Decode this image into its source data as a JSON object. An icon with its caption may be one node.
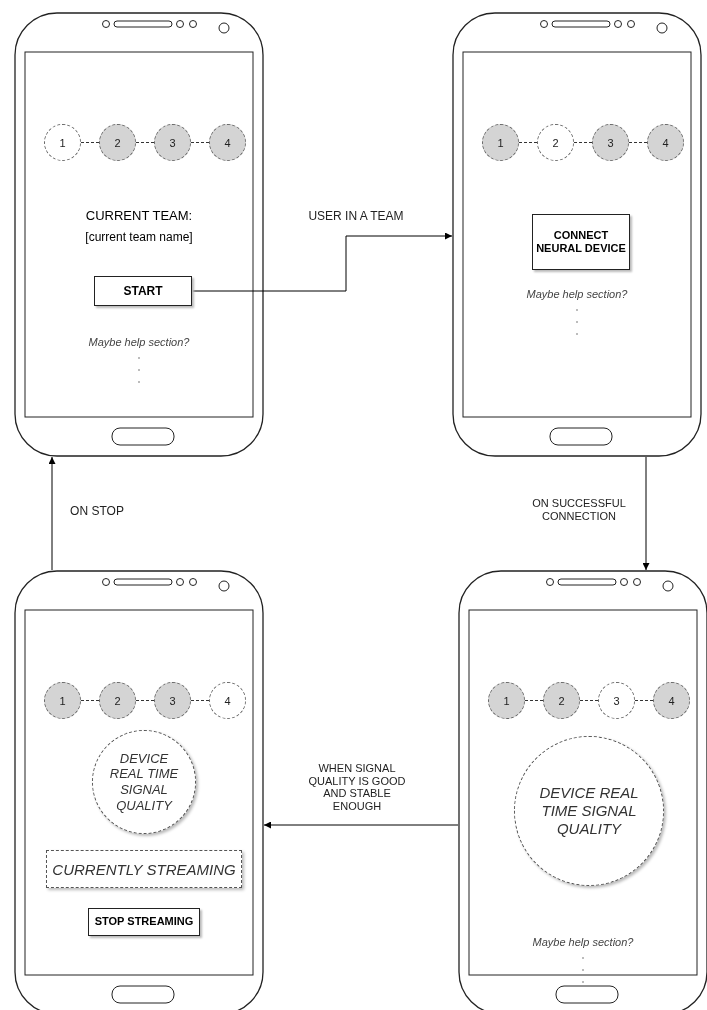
{
  "diagram": {
    "nodes": [
      {
        "text": [],
        "shape": "phone"
      },
      {
        "text": [
          "1"
        ],
        "in": 0
      },
      {
        "text": [
          "2"
        ],
        "in": 0
      },
      {
        "text": [
          "3"
        ],
        "in": 0
      },
      {
        "text": [
          "4"
        ],
        "in": 0
      },
      {
        "text": [
          "START"
        ],
        "in": 0
      },
      {
        "text": [],
        "shape": "phone"
      },
      {
        "text": [
          "1"
        ],
        "in": 6
      },
      {
        "text": [
          "2"
        ],
        "in": 6
      },
      {
        "text": [
          "3"
        ],
        "in": 6
      },
      {
        "text": [
          "4"
        ],
        "in": 6
      },
      {
        "text": [
          "CONNECT NEURAL DEVICE"
        ],
        "in": 6
      },
      {
        "text": [],
        "shape": "phone"
      },
      {
        "text": [
          "1"
        ],
        "in": 12
      },
      {
        "text": [
          "2"
        ],
        "in": 12
      },
      {
        "text": [
          "3"
        ],
        "in": 12
      },
      {
        "text": [
          "4"
        ],
        "in": 12
      },
      {
        "text": [
          "DEVICE REAL TIME SIGNAL QUALITY"
        ],
        "in": 12
      },
      {
        "text": [
          "CURRENTLY STREAMING"
        ],
        "in": 12
      },
      {
        "text": [
          "STOP STREAMING"
        ],
        "in": 12
      },
      {
        "text": [],
        "shape": "phone"
      },
      {
        "text": [
          "1"
        ],
        "in": 20
      },
      {
        "text": [
          "2"
        ],
        "in": 20
      },
      {
        "text": [
          "3"
        ],
        "in": 20
      },
      {
        "text": [
          "4"
        ],
        "in": 20
      },
      {
        "text": [
          "DEVICE REAL TIME SIGNAL QUALITY"
        ],
        "in": 20
      }
    ],
    "edges": [
      {
        "from": 5,
        "to": 6,
        "arrow": "to",
        "label": "USER IN A TEAM"
      },
      {
        "from": 6,
        "to": 20,
        "arrow": "to",
        "label": "ON SUCCESSFUL CONNECTION"
      },
      {
        "from": 20,
        "to": 12,
        "arrow": "to",
        "label": "WHEN SIGNAL QUALITY IS GOOD AND STABLE ENOUGH"
      },
      {
        "from": 12,
        "to": 0,
        "arrow": "to",
        "label": "ON STOP"
      },
      {
        "from": 1,
        "to": 2,
        "arrow": "none",
        "style": "dashed"
      },
      {
        "from": 2,
        "to": 3,
        "arrow": "none",
        "style": "dashed"
      },
      {
        "from": 3,
        "to": 4,
        "arrow": "none",
        "style": "dashed"
      },
      {
        "from": 7,
        "to": 8,
        "arrow": "none",
        "style": "dashed"
      },
      {
        "from": 8,
        "to": 9,
        "arrow": "none",
        "style": "dashed"
      },
      {
        "from": 9,
        "to": 10,
        "arrow": "none",
        "style": "dashed"
      },
      {
        "from": 13,
        "to": 14,
        "arrow": "none",
        "style": "dashed"
      },
      {
        "from": 14,
        "to": 15,
        "arrow": "none",
        "style": "dashed"
      },
      {
        "from": 15,
        "to": 16,
        "arrow": "none",
        "style": "dashed"
      },
      {
        "from": 21,
        "to": 22,
        "arrow": "none",
        "style": "dashed"
      },
      {
        "from": 22,
        "to": 23,
        "arrow": "none",
        "style": "dashed"
      },
      {
        "from": 23,
        "to": 24,
        "arrow": "none",
        "style": "dashed"
      }
    ],
    "labels": [
      "CURRENT TEAM:",
      "[current team name]",
      "Maybe help section?",
      "Maybe help section?",
      "Maybe help section?"
    ]
  }
}
